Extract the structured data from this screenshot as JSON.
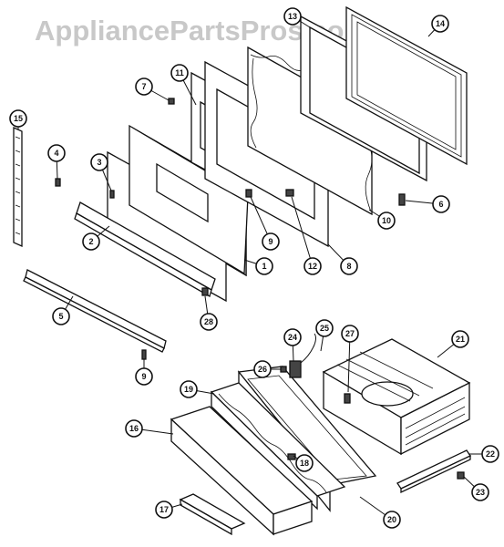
{
  "watermark": "AppliancePartsPros.com",
  "callouts": [
    {
      "id": "15",
      "label": "15"
    },
    {
      "id": "7",
      "label": "7"
    },
    {
      "id": "11",
      "label": "11"
    },
    {
      "id": "13",
      "label": "13"
    },
    {
      "id": "14",
      "label": "14"
    },
    {
      "id": "4",
      "label": "4"
    },
    {
      "id": "3",
      "label": "3"
    },
    {
      "id": "2",
      "label": "2"
    },
    {
      "id": "9a",
      "label": "9"
    },
    {
      "id": "1",
      "label": "1"
    },
    {
      "id": "12",
      "label": "12"
    },
    {
      "id": "8",
      "label": "8"
    },
    {
      "id": "10",
      "label": "10"
    },
    {
      "id": "6",
      "label": "6"
    },
    {
      "id": "5",
      "label": "5"
    },
    {
      "id": "28",
      "label": "28"
    },
    {
      "id": "9b",
      "label": "9"
    },
    {
      "id": "24",
      "label": "24"
    },
    {
      "id": "25",
      "label": "25"
    },
    {
      "id": "27",
      "label": "27"
    },
    {
      "id": "21",
      "label": "21"
    },
    {
      "id": "26",
      "label": "26"
    },
    {
      "id": "19",
      "label": "19"
    },
    {
      "id": "16",
      "label": "16"
    },
    {
      "id": "18",
      "label": "18"
    },
    {
      "id": "22",
      "label": "22"
    },
    {
      "id": "23",
      "label": "23"
    },
    {
      "id": "17",
      "label": "17"
    },
    {
      "id": "20",
      "label": "20"
    }
  ]
}
